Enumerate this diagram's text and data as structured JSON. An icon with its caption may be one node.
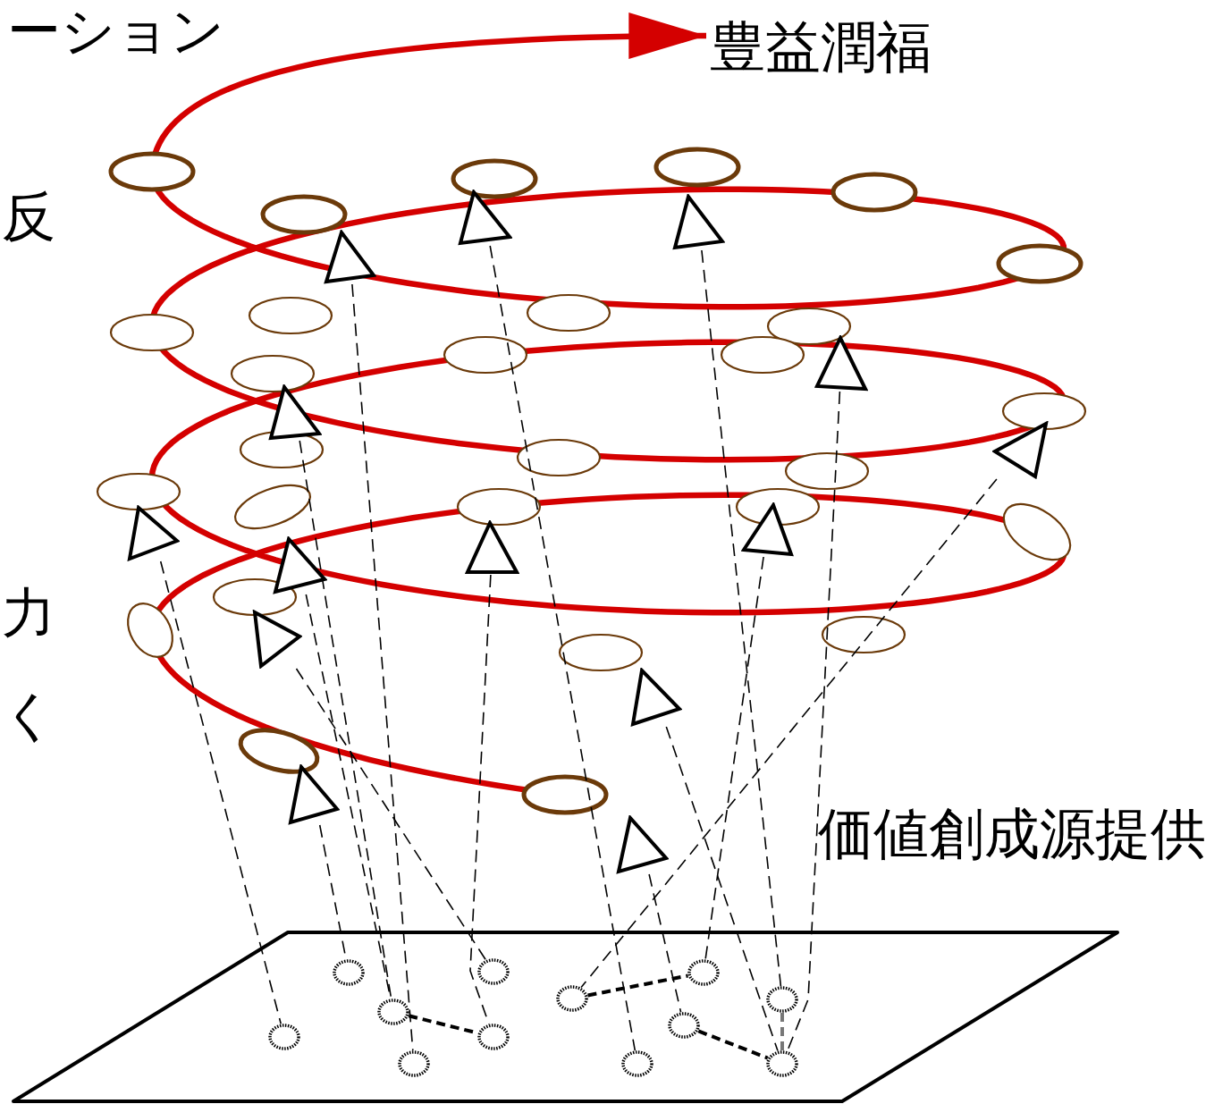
{
  "diagram": {
    "nodes": [
      {
        "text": [
          "豊益潤福"
        ]
      },
      {
        "text": [],
        "shape": "triangle"
      },
      {
        "text": [],
        "shape": "triangle"
      },
      {
        "text": [],
        "shape": "triangle"
      },
      {
        "text": [],
        "shape": "triangle"
      },
      {
        "text": [],
        "shape": "triangle"
      },
      {
        "text": [],
        "shape": "triangle"
      },
      {
        "text": [],
        "shape": "triangle"
      },
      {
        "text": [],
        "shape": "triangle"
      },
      {
        "text": [],
        "shape": "triangle"
      },
      {
        "text": [],
        "shape": "triangle"
      },
      {
        "text": [],
        "shape": "triangle"
      },
      {
        "text": [],
        "shape": "triangle"
      },
      {
        "text": [],
        "shape": "triangle"
      },
      {
        "text": [],
        "shape": "triangle"
      },
      {
        "text": [],
        "shape": "circle"
      },
      {
        "text": [],
        "shape": "circle"
      },
      {
        "text": [],
        "shape": "circle"
      },
      {
        "text": [],
        "shape": "circle"
      },
      {
        "text": [],
        "shape": "circle"
      },
      {
        "text": [],
        "shape": "circle"
      },
      {
        "text": [],
        "shape": "circle"
      },
      {
        "text": [],
        "shape": "circle"
      },
      {
        "text": [],
        "shape": "circle"
      },
      {
        "text": [],
        "shape": "circle"
      },
      {
        "text": [],
        "shape": "circle"
      },
      {
        "text": [],
        "shape": "circle"
      }
    ],
    "edges": [
      {
        "from": null,
        "to": 0,
        "arrow": "to",
        "style": "thick",
        "color": "#d40000"
      },
      {
        "from": 7,
        "to": 22,
        "arrow": "none",
        "style": "dashed"
      },
      {
        "from": 13,
        "to": 15,
        "arrow": "none",
        "style": "dashed"
      },
      {
        "from": 5,
        "to": 20,
        "arrow": "none",
        "style": "dashed"
      },
      {
        "from": 10,
        "to": 20,
        "arrow": "none",
        "style": "dashed"
      },
      {
        "from": 3,
        "to": 24,
        "arrow": "none",
        "style": "dashed"
      },
      {
        "from": 11,
        "to": 16,
        "arrow": "none",
        "style": "dashed"
      },
      {
        "from": 9,
        "to": 23,
        "arrow": "none",
        "style": "dashed"
      },
      {
        "from": 6,
        "to": 18,
        "arrow": "none",
        "style": "dashed"
      },
      {
        "from": 1,
        "to": 25,
        "arrow": "none",
        "style": "dashed"
      },
      {
        "from": 14,
        "to": 21,
        "arrow": "none",
        "style": "dashed"
      },
      {
        "from": 8,
        "to": 17,
        "arrow": "none",
        "style": "dashed"
      },
      {
        "from": 12,
        "to": 26,
        "arrow": "none",
        "style": "dashed"
      },
      {
        "from": 2,
        "to": 19,
        "arrow": "none",
        "style": "dashed"
      },
      {
        "from": 4,
        "to": 26,
        "arrow": "none",
        "style": "dashed"
      },
      {
        "from": 20,
        "to": 23,
        "arrow": "none",
        "style": "dashed"
      },
      {
        "from": 18,
        "to": 17,
        "arrow": "none",
        "style": "dashed"
      },
      {
        "from": 21,
        "to": 26,
        "arrow": "none",
        "style": "dashed"
      },
      {
        "from": 19,
        "to": 26,
        "arrow": "none",
        "style": "dashed",
        "color": "#777777"
      }
    ],
    "labels": [
      "ーション",
      "反",
      "力",
      "く",
      "価値創成源提供"
    ]
  }
}
